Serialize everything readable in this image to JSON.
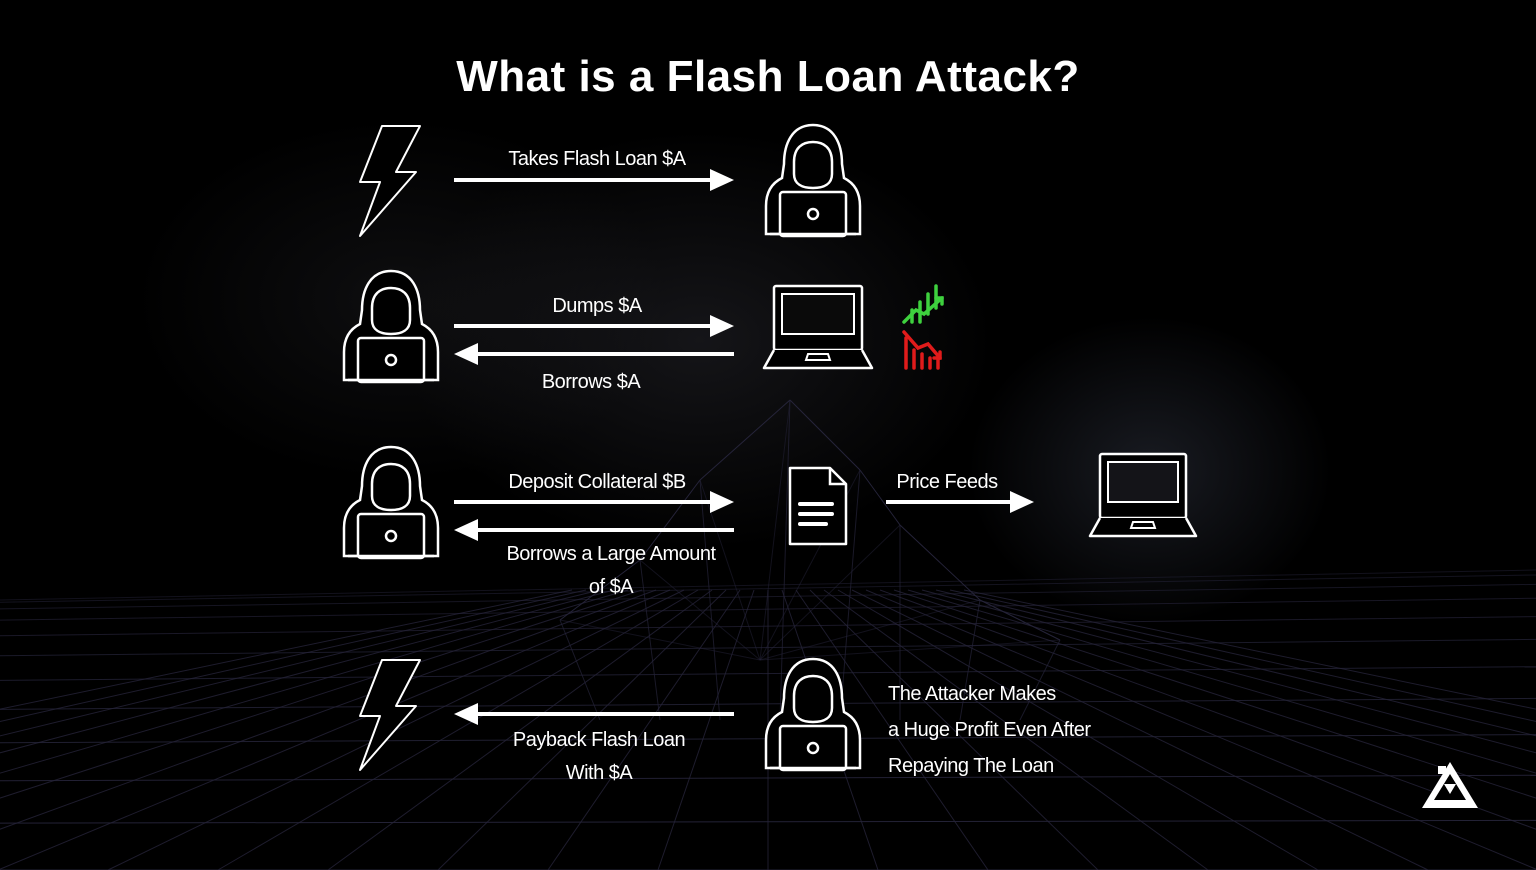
{
  "title": "What is a Flash Loan Attack?",
  "rows": [
    {
      "arrow_top": "Takes Flash Loan $A"
    },
    {
      "arrow_top": "Dumps $A",
      "arrow_bottom": "Borrows $A"
    },
    {
      "arrow_top": "Deposit Collateral $B",
      "arrow_bottom_line1": "Borrows a Large Amount",
      "arrow_bottom_line2": "of $A",
      "price_feeds": "Price Feeds"
    },
    {
      "arrow_bottom_line1": "Payback Flash Loan",
      "arrow_bottom_line2": "With $A",
      "result_line1": "The Attacker Makes",
      "result_line2": "a Huge Profit Even After",
      "result_line3": "Repaying The Loan"
    }
  ],
  "colors": {
    "background": "#000000",
    "foreground": "#ffffff",
    "chart_up": "#3ed13e",
    "chart_down": "#e01b1b"
  },
  "icons": [
    "lightning-icon",
    "hacker-icon",
    "laptop-icon",
    "chart-up-icon",
    "chart-down-icon",
    "document-icon",
    "logo-icon"
  ]
}
